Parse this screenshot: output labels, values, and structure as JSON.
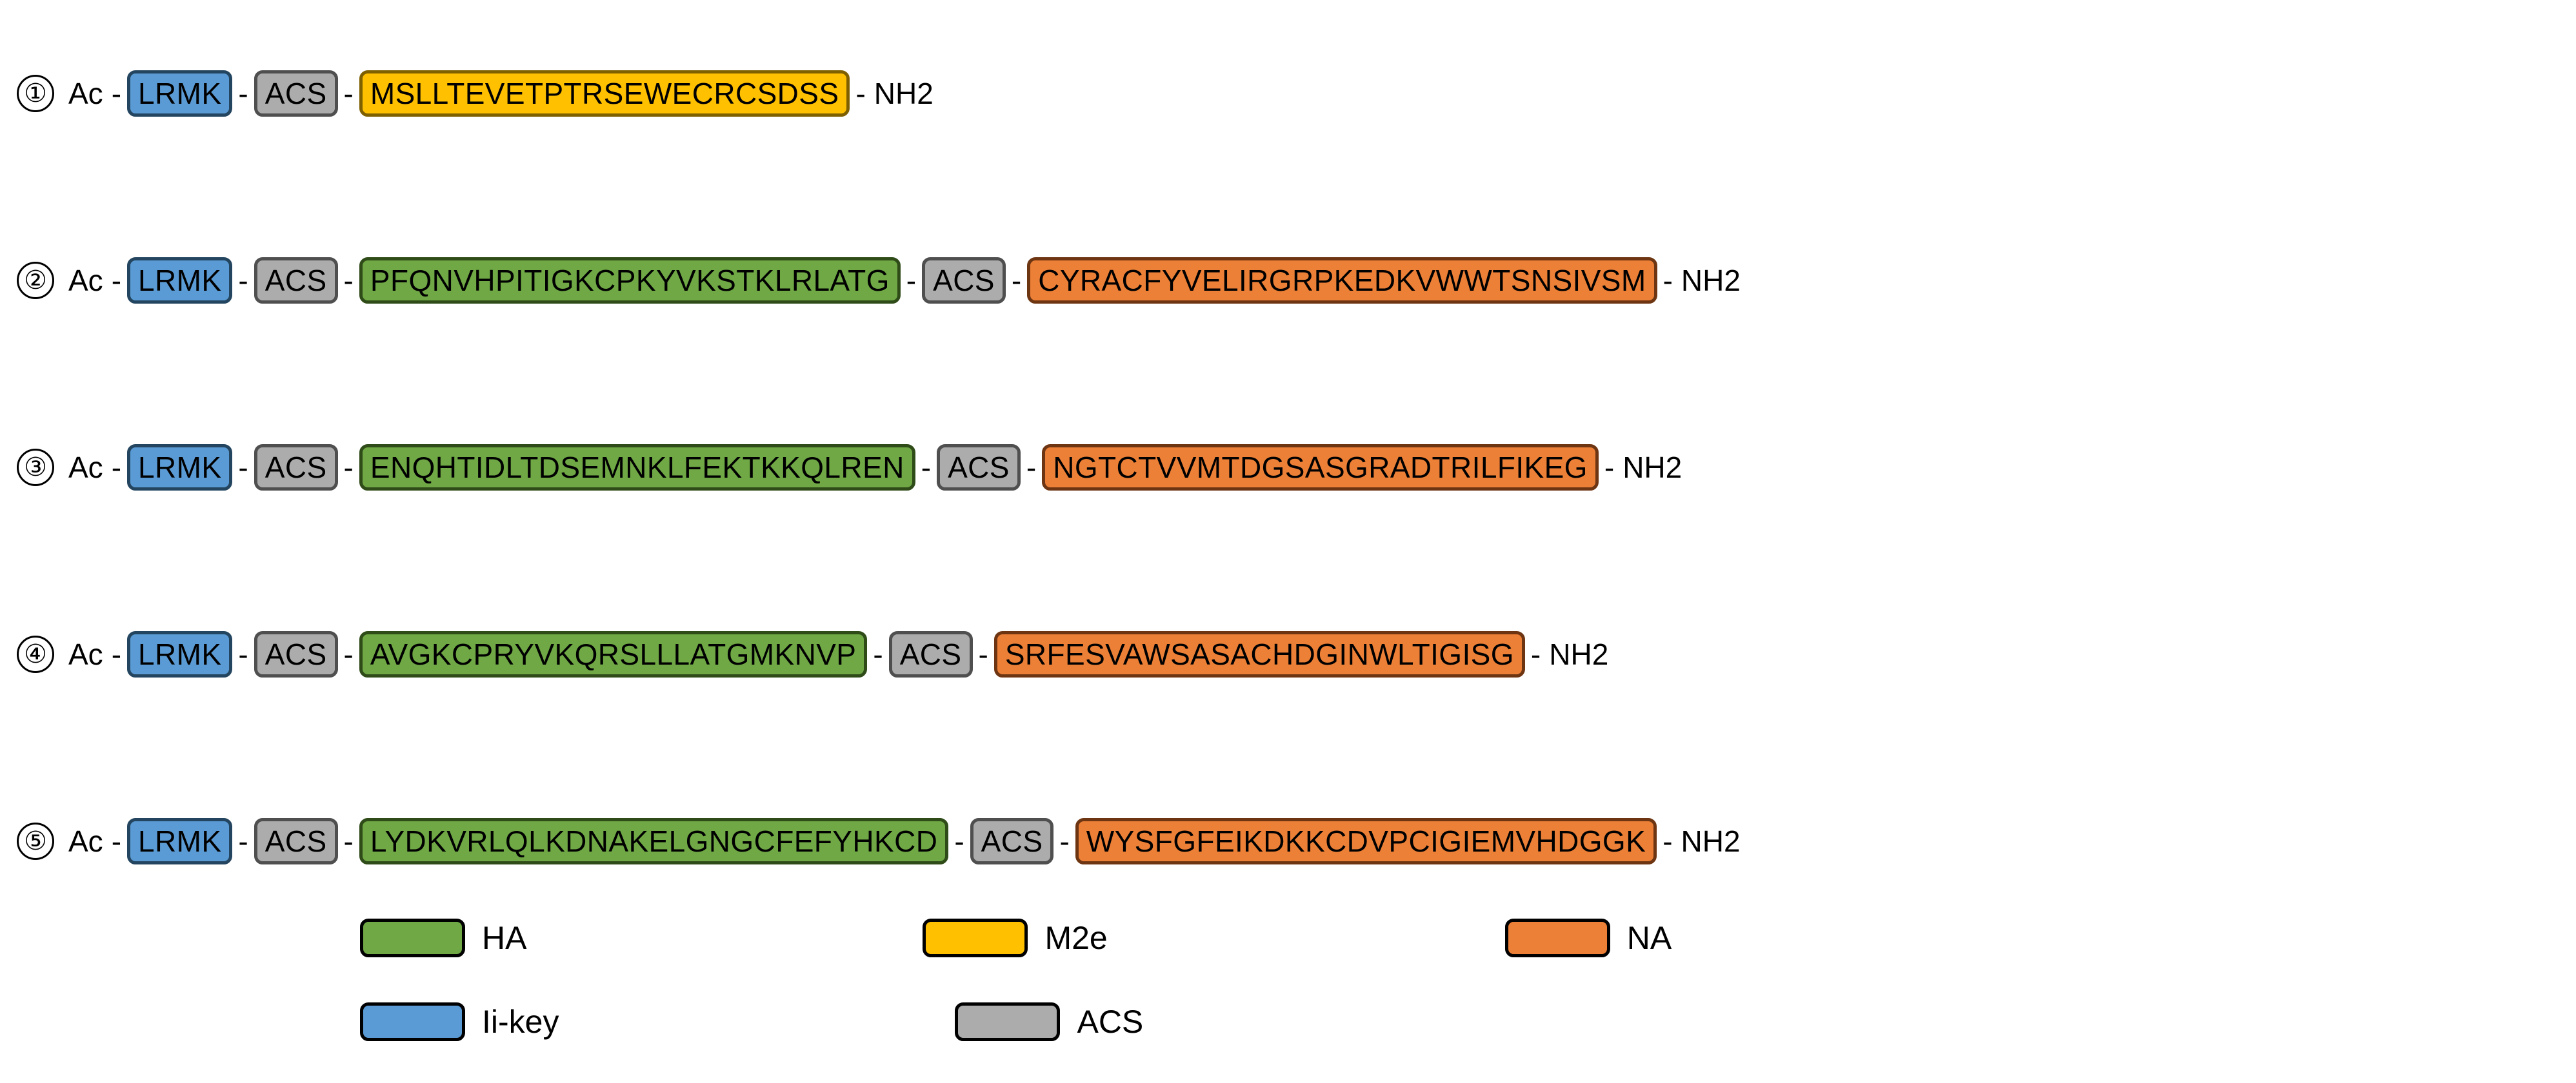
{
  "palette": {
    "ha_fill": "#6FA845",
    "ha_border": "#2E4B18",
    "m2e_fill": "#FFC000",
    "m2e_border": "#7E6000",
    "na_fill": "#ED8037",
    "na_border": "#6E3512",
    "ikey_fill": "#5B9BD5",
    "ikey_border": "#23455F",
    "acs_fill": "#ACACAC",
    "acs_border": "#4F4F4F",
    "text": "#000000",
    "background": "#FFFFFF"
  },
  "constructs": [
    {
      "index": "①",
      "n_terminus": "Ac",
      "c_terminus": "NH2",
      "dash": "-",
      "segments": [
        {
          "type": "ii-key",
          "label": "LRMK"
        },
        {
          "type": "acs",
          "label": "ACS"
        },
        {
          "type": "m2e",
          "label": "MSLLTEVETPTRSEWECRCSDSS"
        }
      ]
    },
    {
      "index": "②",
      "n_terminus": "Ac",
      "c_terminus": "NH2",
      "dash": "-",
      "segments": [
        {
          "type": "ii-key",
          "label": "LRMK"
        },
        {
          "type": "acs",
          "label": "ACS"
        },
        {
          "type": "ha",
          "label": "PFQNVHPITIGKCPKYVKSTKLRLATG"
        },
        {
          "type": "acs",
          "label": "ACS"
        },
        {
          "type": "na",
          "label": "CYRACFYVELIRGRPKEDKVWWTSNSIVSM"
        }
      ]
    },
    {
      "index": "③",
      "n_terminus": "Ac",
      "c_terminus": "NH2",
      "dash": "-",
      "segments": [
        {
          "type": "ii-key",
          "label": "LRMK"
        },
        {
          "type": "acs",
          "label": "ACS"
        },
        {
          "type": "ha",
          "label": "ENQHTIDLTDSEMNKLFEKTKKQLREN"
        },
        {
          "type": "acs",
          "label": "ACS"
        },
        {
          "type": "na",
          "label": "NGTCTVVMTDGSASGRADTRILFIKEG"
        }
      ]
    },
    {
      "index": "④",
      "n_terminus": "Ac",
      "c_terminus": "NH2",
      "dash": "-",
      "segments": [
        {
          "type": "ii-key",
          "label": "LRMK"
        },
        {
          "type": "acs",
          "label": "ACS"
        },
        {
          "type": "ha",
          "label": "AVGKCPRYVKQRSLLLATGMKNVP"
        },
        {
          "type": "acs",
          "label": "ACS"
        },
        {
          "type": "na",
          "label": "SRFESVAWSASACHDGINWLTIGISG"
        }
      ]
    },
    {
      "index": "⑤",
      "n_terminus": "Ac",
      "c_terminus": "NH2",
      "dash": "-",
      "segments": [
        {
          "type": "ii-key",
          "label": "LRMK"
        },
        {
          "type": "acs",
          "label": "ACS"
        },
        {
          "type": "ha",
          "label": "LYDKVRLQLKDNAKELGNGCFEFYHKCD"
        },
        {
          "type": "acs",
          "label": "ACS"
        },
        {
          "type": "na",
          "label": "WYSFGFEIKDKKCDVPCIGIEMVHDGGK"
        }
      ]
    }
  ],
  "legend": {
    "rows": [
      [
        {
          "key": "ha",
          "label": "HA"
        },
        {
          "key": "m2e",
          "label": "M2e"
        },
        {
          "key": "na",
          "label": "NA"
        }
      ],
      [
        {
          "key": "ii-key",
          "label": "Ii-key"
        },
        {
          "key": "acs",
          "label": "ACS"
        }
      ]
    ]
  }
}
